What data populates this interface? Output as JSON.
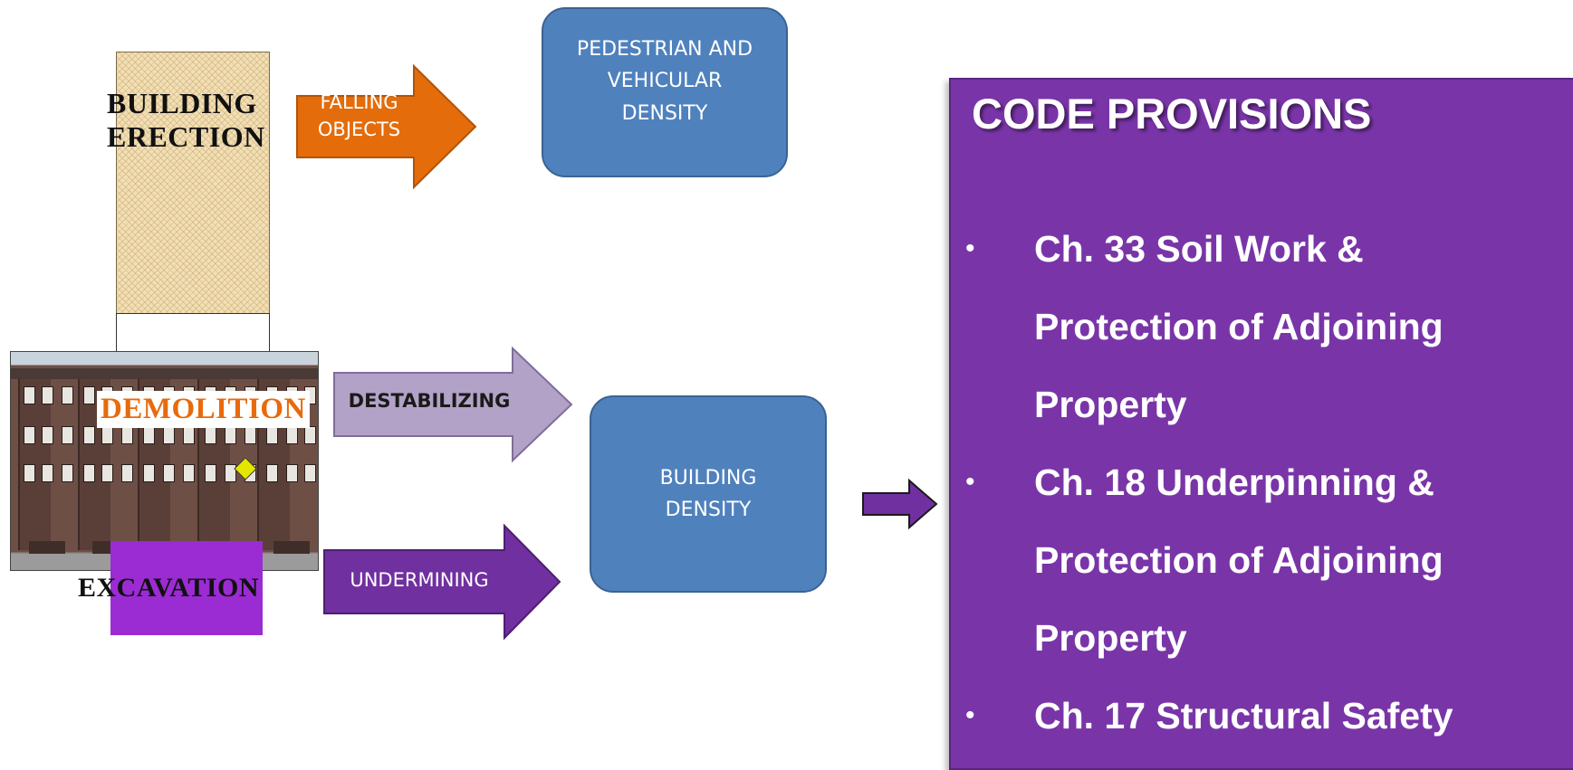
{
  "left_diagram": {
    "sources": {
      "building_erection": [
        "BUILDING",
        "ERECTION"
      ],
      "demolition": "DEMOLITION",
      "excavation": "EXCAVATION"
    },
    "effects": [
      {
        "label": [
          "FALLING",
          "OBJECTS"
        ],
        "color": "#e46c0a"
      },
      {
        "label": "DESTABILIZING",
        "color": "#b3a2c7"
      },
      {
        "label": "UNDERMINING",
        "color": "#7030a0"
      }
    ],
    "targets": {
      "pedestrian": [
        "PEDESTRIAN AND",
        "VEHICULAR",
        "DENSITY"
      ],
      "building": [
        "BUILDING",
        "DENSITY"
      ]
    }
  },
  "code_provisions": {
    "title": "CODE PROVISIONS",
    "bullet": "•",
    "items": [
      [
        "Ch. 33 Soil Work &",
        "Protection of Adjoining",
        "Property"
      ],
      [
        "Ch. 18 Underpinning &",
        "Protection of Adjoining",
        "Property"
      ],
      [
        "Ch. 17 Structural Safety"
      ]
    ]
  },
  "colors": {
    "box_blue": "#4f81bd",
    "panel_purple": "#7935a8",
    "excavation_purple": "#9b2bd3",
    "demolition_orange": "#e86a0c"
  }
}
